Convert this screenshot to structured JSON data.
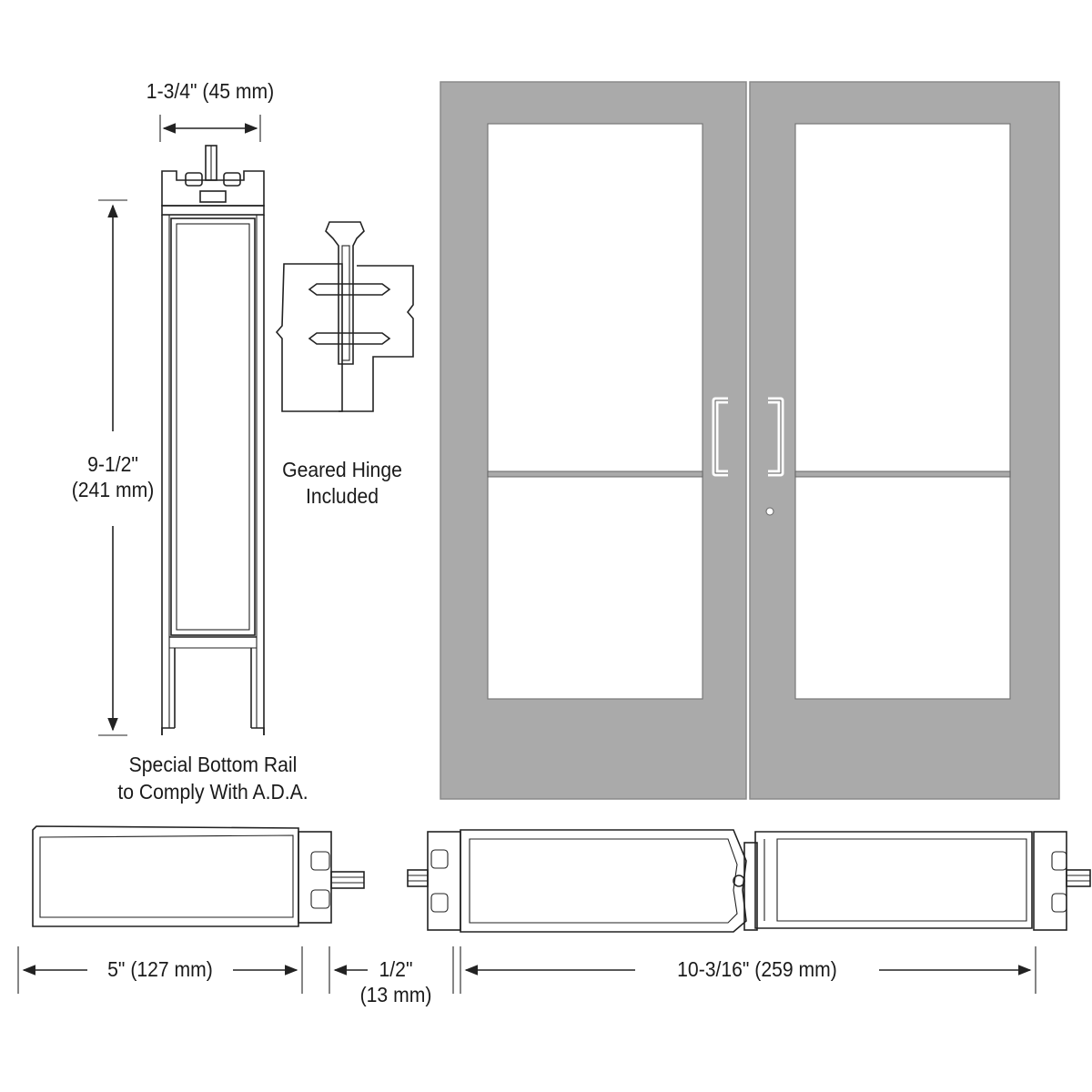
{
  "labels": {
    "top_width_in": "1-3/4\" (45 mm)",
    "height_in": "9-1/2\"",
    "height_mm": "(241 mm)",
    "hinge_line1": "Geared Hinge",
    "hinge_line2": "Included",
    "rail_line1": "Special Bottom Rail",
    "rail_line2": "to Comply With A.D.A.",
    "stile_width": "5\" (127 mm)",
    "gap_in": "1/2\"",
    "gap_mm": "(13 mm)",
    "pair_width": "10-3/16\" (259 mm)"
  },
  "colors": {
    "door_panel": "#aaaaaa",
    "line": "#222222",
    "background": "#ffffff"
  },
  "icons": [
    "arrow-left-icon",
    "arrow-right-icon",
    "arrow-up-icon",
    "arrow-down-icon"
  ]
}
